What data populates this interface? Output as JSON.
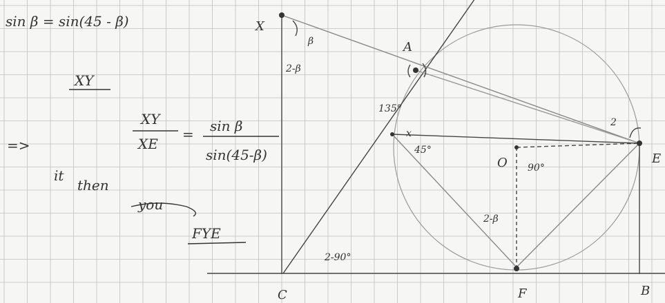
{
  "notes": {
    "line1": "sin β = sin(45 - β)",
    "xy_fraction": "XY",
    "ratio_lhs_num": "XY",
    "ratio_lhs_den": "XE",
    "ratio_eq": "=",
    "ratio_rhs_num": "sin β",
    "ratio_rhs_den": "sin(45-β)",
    "implies": "=>",
    "scribble1": "it",
    "scribble2": "then",
    "scribble3": "you",
    "angle_fye": "FYE"
  },
  "points": {
    "X": "X",
    "A": "A",
    "E": "E",
    "O": "O",
    "C": "C",
    "F": "F",
    "B": "B"
  },
  "angles": {
    "at_X": "β",
    "x_side": "2-β",
    "at_A": "135°",
    "at_left": "x",
    "at_45": "45°",
    "at_O": "90°",
    "at_F": "2-β",
    "at_C": "2-90°",
    "at_E": "2"
  },
  "colors": {
    "ink": "#333333",
    "grid": "#bfbfbf",
    "paper": "#f6f6f4"
  }
}
